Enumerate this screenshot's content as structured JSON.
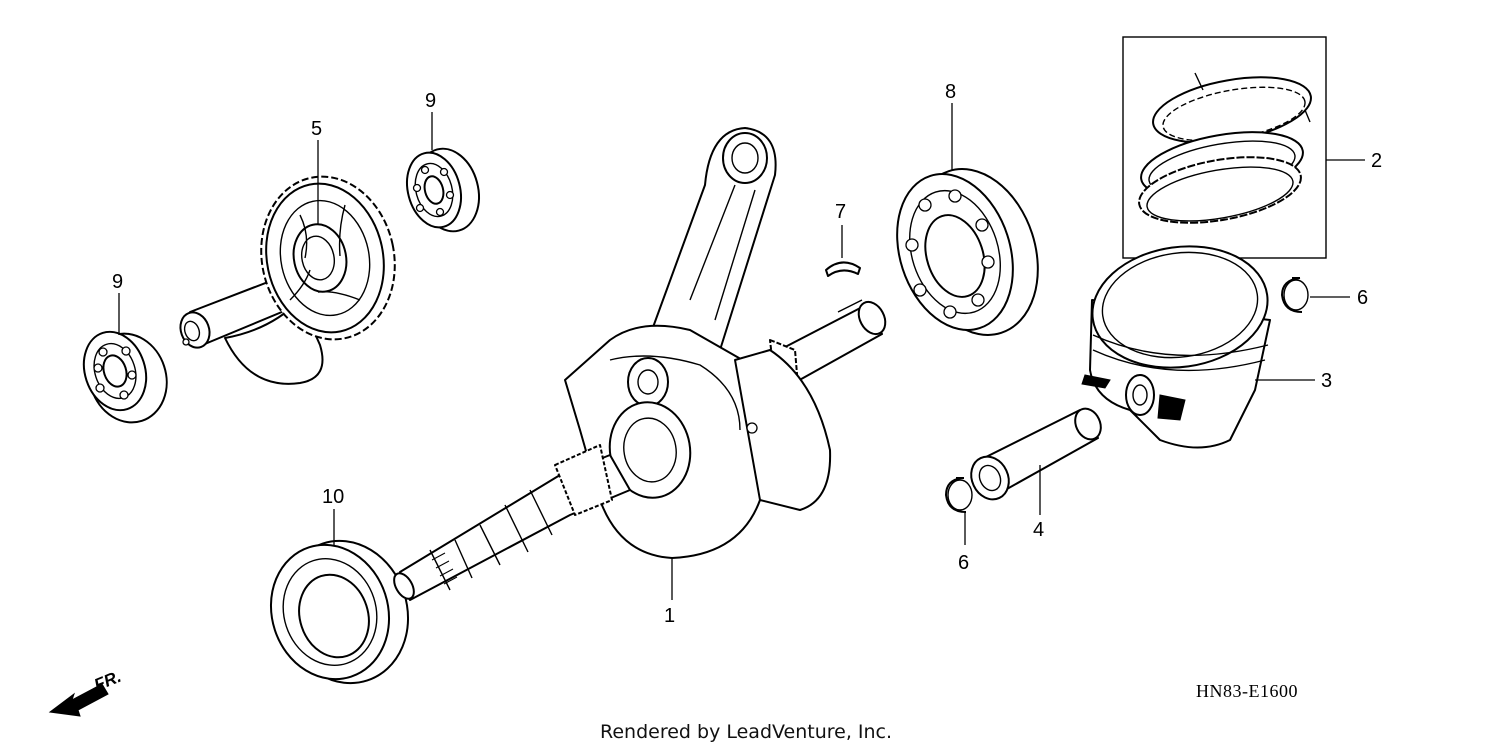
{
  "diagram": {
    "callouts": [
      {
        "id": "crankshaft",
        "label": "1"
      },
      {
        "id": "piston-ring-set",
        "label": "2"
      },
      {
        "id": "piston",
        "label": "3"
      },
      {
        "id": "piston-pin",
        "label": "4"
      },
      {
        "id": "balancer-shaft",
        "label": "5"
      },
      {
        "id": "pin-clip-right",
        "label": "6"
      },
      {
        "id": "pin-clip-left",
        "label": "6"
      },
      {
        "id": "woodruff-key",
        "label": "7"
      },
      {
        "id": "main-bearing",
        "label": "8"
      },
      {
        "id": "balancer-bearing-upper",
        "label": "9"
      },
      {
        "id": "balancer-bearing-left",
        "label": "9"
      },
      {
        "id": "oil-seal",
        "label": "10"
      }
    ],
    "front_marker": "FR.",
    "diagram_code": "HN83-E1600",
    "credit": "Rendered by LeadVenture, Inc."
  }
}
